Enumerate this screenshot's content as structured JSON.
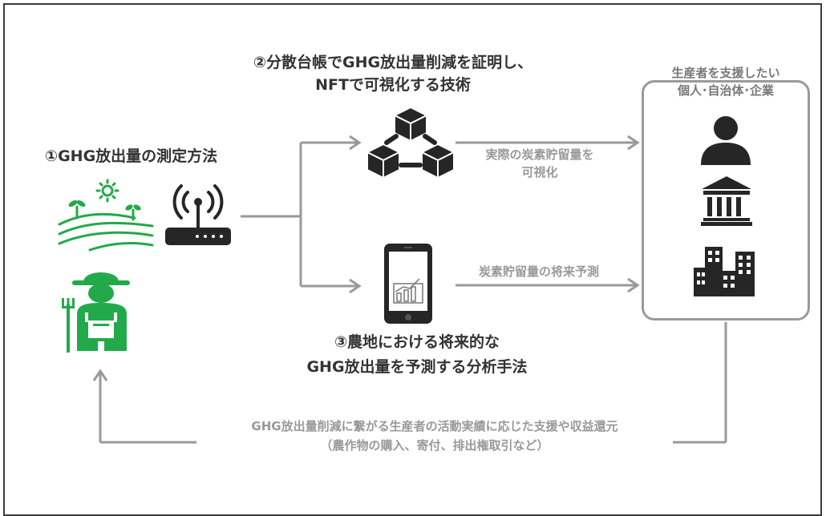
{
  "colors": {
    "accent": "#22a94a",
    "dark": "#262626",
    "arrow": "#999999"
  },
  "method1": {
    "title": "①GHG放出量の測定方法"
  },
  "tech2": {
    "line1": "②分散台帳でGHG放出量削減を証明し、",
    "line2": "NFTで可視化する技術"
  },
  "analysis3": {
    "line1": "③農地における将来的な",
    "line2": "GHG放出量を予測する分析手法"
  },
  "arrow_labels": {
    "visualize_line1": "実際の炭素貯留量を",
    "visualize_line2": "可視化",
    "forecast": "炭素貯留量の将来予測"
  },
  "supporters": {
    "title_line1": "生産者を支援したい",
    "title_line2": "個人･自治体･企業"
  },
  "feedback": {
    "line1": "GHG放出量削減に繋がる生産者の活動実績に応じた支援や収益還元",
    "line2": "（農作物の購入、寄付、排出権取引など）"
  },
  "icons": [
    "farm-field-icon",
    "iot-router-icon",
    "farmer-icon",
    "blockchain-icon",
    "smartphone-chart-icon",
    "person-icon",
    "government-building-icon",
    "office-buildings-icon"
  ]
}
